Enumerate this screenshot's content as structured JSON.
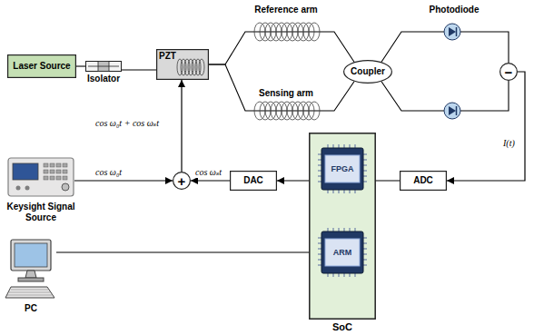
{
  "diagram": {
    "nodes": [
      {
        "text": [
          "Laser Source"
        ]
      },
      {
        "text": [
          "Isolator"
        ]
      },
      {
        "text": [
          "PZT"
        ]
      },
      {
        "text": [
          "Coupler"
        ]
      },
      {
        "text": [
          "−"
        ]
      },
      {
        "text": [
          "ADC"
        ]
      },
      {
        "text": [
          "DAC"
        ]
      },
      {
        "text": [
          "SoC"
        ]
      },
      {
        "text": [
          "FPGA"
        ],
        "in": 7
      },
      {
        "text": [
          "ARM"
        ],
        "in": 7
      },
      {
        "text": [
          "+"
        ]
      },
      {
        "text": [
          "Keysight Signal Source"
        ]
      },
      {
        "text": [
          "PC"
        ]
      }
    ],
    "edges": [
      {
        "from": 0,
        "to": 1,
        "arrow": "none"
      },
      {
        "from": 1,
        "to": 2,
        "arrow": "none"
      },
      {
        "from": 2,
        "to": 3,
        "arrow": "none"
      },
      {
        "from": 2,
        "to": 3,
        "arrow": "none"
      },
      {
        "from": 3,
        "to": 4,
        "arrow": "none"
      },
      {
        "from": 3,
        "to": 4,
        "arrow": "none"
      },
      {
        "from": 4,
        "to": 5,
        "label": "I(t)",
        "arrow": "to"
      },
      {
        "from": 5,
        "to": 8,
        "arrow": "to"
      },
      {
        "from": 8,
        "to": 6,
        "arrow": "to"
      },
      {
        "from": 6,
        "to": 10,
        "label": "cos ωₛt",
        "arrow": "to"
      },
      {
        "from": 11,
        "to": 10,
        "label": "cos ω₀t",
        "arrow": "to"
      },
      {
        "from": 10,
        "to": 2,
        "label": "cos ω₀t + cos ωₛt",
        "arrow": "to"
      },
      {
        "from": 8,
        "to": 9,
        "arrow": "both"
      },
      {
        "from": 12,
        "to": 9,
        "arrow": "none"
      }
    ],
    "labels": [
      "Reference arm",
      "Sensing arm",
      "Photodiode"
    ]
  }
}
